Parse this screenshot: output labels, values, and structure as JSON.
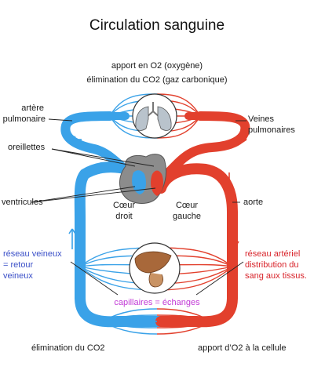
{
  "title": "Circulation sanguine",
  "top_notes": [
    "apport en O2 (oxygène)",
    "élimination du CO2 (gaz carbonique)"
  ],
  "labels": {
    "artere_pulmonaire": [
      "artère",
      "pulmonaire"
    ],
    "veines_pulmonaires": [
      "Veines",
      "pulmonaires"
    ],
    "oreillettes": "oreillettes",
    "ventricules": "ventricules",
    "coeur_droit": [
      "Cœur",
      "droit"
    ],
    "coeur_gauche": [
      "Cœur",
      "gauche"
    ],
    "aorte": "aorte",
    "reseau_veineux": [
      "réseau veineux",
      "= retour",
      "veineux"
    ],
    "reseau_arteriel": [
      "réseau artériel",
      "distribution du",
      "sang aux tissus."
    ],
    "capillaires": "capillaires = échanges",
    "elimination_co2": "élimination du CO2",
    "apport_o2": "apport d’O2 à la cellule"
  },
  "colors": {
    "venous_blue": "#3aa2e8",
    "arterial_red": "#e2402d",
    "heart_gray": "#8c8c8c",
    "liver_brown": "#a8683a",
    "text_blue": "#3b50c8",
    "text_red": "#d8232a",
    "text_pink": "#c23ad6"
  },
  "icons": [
    "lungs-icon",
    "heart-icon",
    "liver-intestine-icon",
    "flow-arrow-icon"
  ]
}
